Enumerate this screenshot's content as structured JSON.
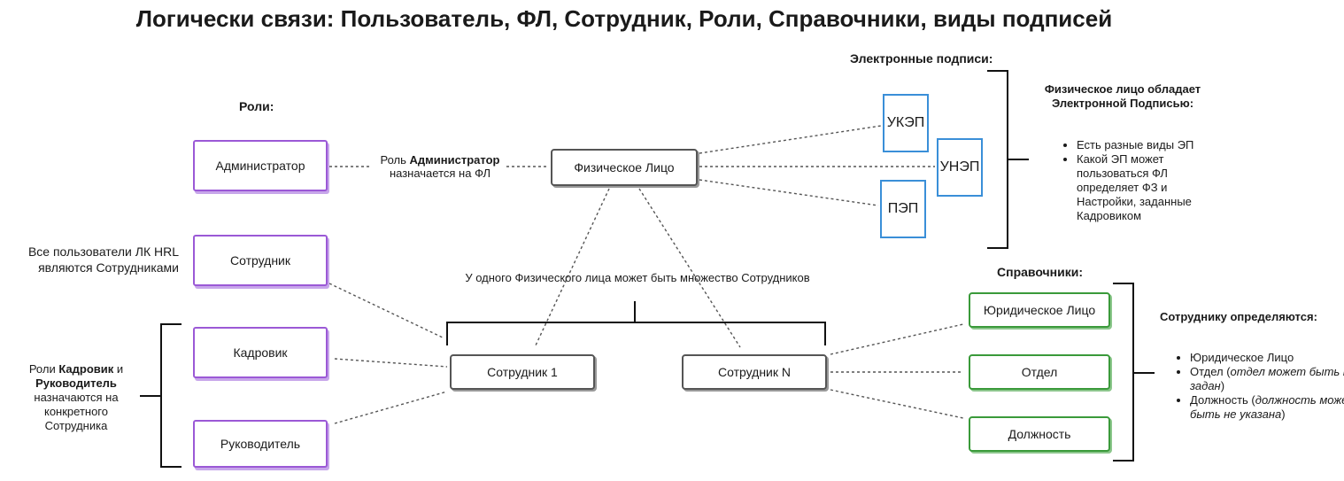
{
  "title": "Логически связи: Пользователь, ФЛ, Сотрудник, Роли, Справочники, виды подписей",
  "roles": {
    "heading": "Роли:",
    "items": [
      "Администратор",
      "Сотрудник",
      "Кадровик",
      "Руководитель"
    ]
  },
  "admin_note": {
    "prefix": "Роль ",
    "bold": "Администратор",
    "suffix": "назначается на ФЛ"
  },
  "all_users_note": "Все пользователи ЛК HRL являются Сотрудниками",
  "hr_note": {
    "prefix": "Роли ",
    "bold1": "Кадровик",
    "mid": " и ",
    "bold2": "Руководитель",
    "suffix": "назначаются на конкретного Сотрудника"
  },
  "person": "Физическое Лицо",
  "employees": {
    "e1": "Сотрудник 1",
    "eN": "Сотрудник N"
  },
  "many_note": "У одного Физического лица может быть множество Сотрудников",
  "signatures": {
    "heading": "Электронные подписи:",
    "items": [
      "УКЭП",
      "УНЭП",
      "ПЭП"
    ],
    "note_title": "Физическое лицо обладает Электронной Подписью:",
    "bullets": [
      "Есть разные виды ЭП",
      "Какой ЭП может пользоваться ФЛ определяет ФЗ и Настройки, заданные Кадровиком"
    ]
  },
  "directories": {
    "heading": "Справочники:",
    "items": [
      "Юридическое Лицо",
      "Отдел",
      "Должность"
    ],
    "note_title": "Сотруднику определяются:",
    "b1": "Юридическое Лицо",
    "b2_text": "Отдел (",
    "b2_ital": "отдел может быть не задан",
    "b2_end": ")",
    "b3_text": "Должность (",
    "b3_ital": "должность может быть не указана",
    "b3_end": ")"
  }
}
